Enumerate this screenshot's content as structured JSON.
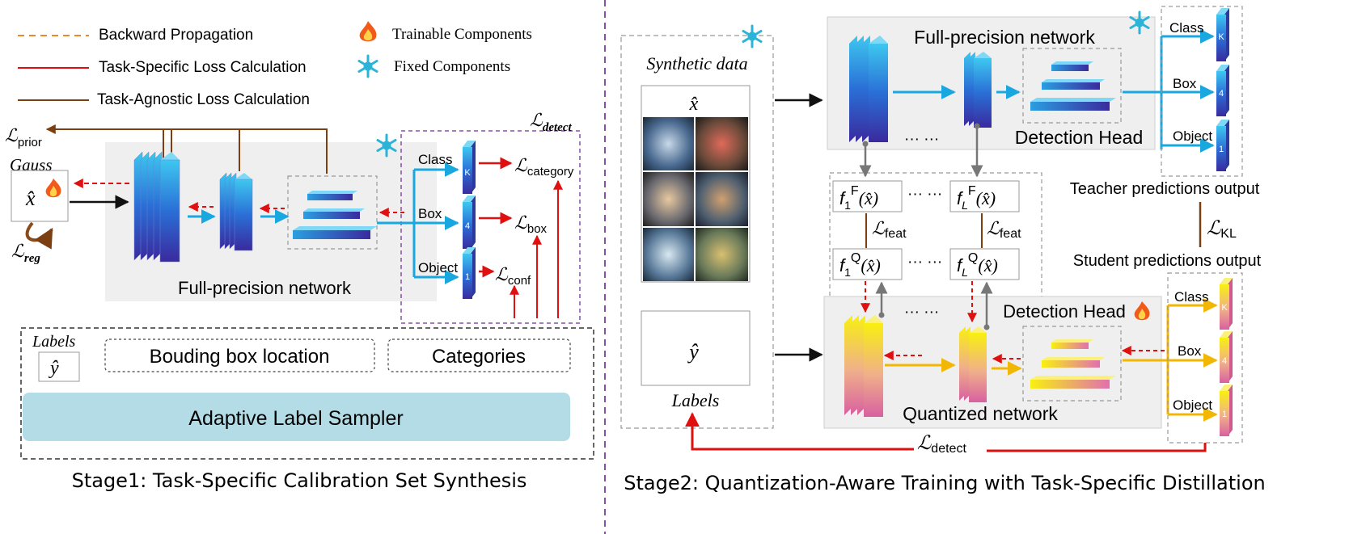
{
  "legend": {
    "backward": "Backward Propagation",
    "task_specific": "Task-Specific Loss Calculation",
    "task_agnostic": "Task-Agnostic Loss Calculation",
    "trainable": "Trainable Components",
    "fixed": "Fixed Components"
  },
  "stage1": {
    "loss_prior": "ℒ",
    "loss_prior_sub": "prior",
    "gauss": "Gauss",
    "x_hat": "x̂",
    "loss_reg": "ℒ",
    "loss_reg_sub": "reg",
    "network_label": "Full-precision network",
    "loss_detect": "ℒ",
    "loss_detect_sub": "detect",
    "head_class": "Class",
    "head_box": "Box",
    "head_object": "Object",
    "tensor_k": "K",
    "tensor_4": "4",
    "tensor_1": "1",
    "loss_category": "ℒ",
    "loss_category_sub": "category",
    "loss_box": "ℒ",
    "loss_box_sub": "box",
    "loss_conf": "ℒ",
    "loss_conf_sub": "conf",
    "labels_title": "Labels",
    "y_hat": "ŷ",
    "bbox_location": "Bouding box location",
    "categories": "Categories",
    "sampler": "Adaptive Label Sampler",
    "caption": "Stage1: Task-Specific Calibration Set Synthesis"
  },
  "stage2": {
    "synthetic_data": "Synthetic data",
    "x_hat": "x̂",
    "y_hat": "ŷ",
    "labels": "Labels",
    "fp_network": "Full-precision network",
    "detection_head_fp": "Detection Head",
    "dots": "··· ···",
    "f1_F": "f",
    "f1_F_sub": "1",
    "sup_F": "F",
    "arg_x": "(x̂)",
    "fL_F": "f",
    "fL_F_sub": "L",
    "sup_Q": "Q",
    "loss_feat": "ℒ",
    "loss_feat_sub": "feat",
    "teacher_output": "Teacher predictions output",
    "student_output": "Student predictions output",
    "loss_kl": "ℒ",
    "loss_kl_sub": "KL",
    "detection_head_q": "Detection Head",
    "quantized_network": "Quantized  network",
    "class": "Class",
    "box": "Box",
    "object": "Object",
    "tensor_k": "K",
    "tensor_4": "4",
    "tensor_1": "1",
    "loss_detect": "ℒ",
    "loss_detect_sub": "detect",
    "caption": "Stage2: Quantization-Aware Training with Task-Specific Distillation"
  },
  "colors": {
    "backward": "#e8892b",
    "task_specific": "#e01010",
    "task_agnostic": "#7b3f12",
    "blue_arrow": "#19a7e0",
    "gold_arrow": "#f2b705",
    "divider": "#8a4fa8",
    "sampler": "#b3dce6"
  }
}
